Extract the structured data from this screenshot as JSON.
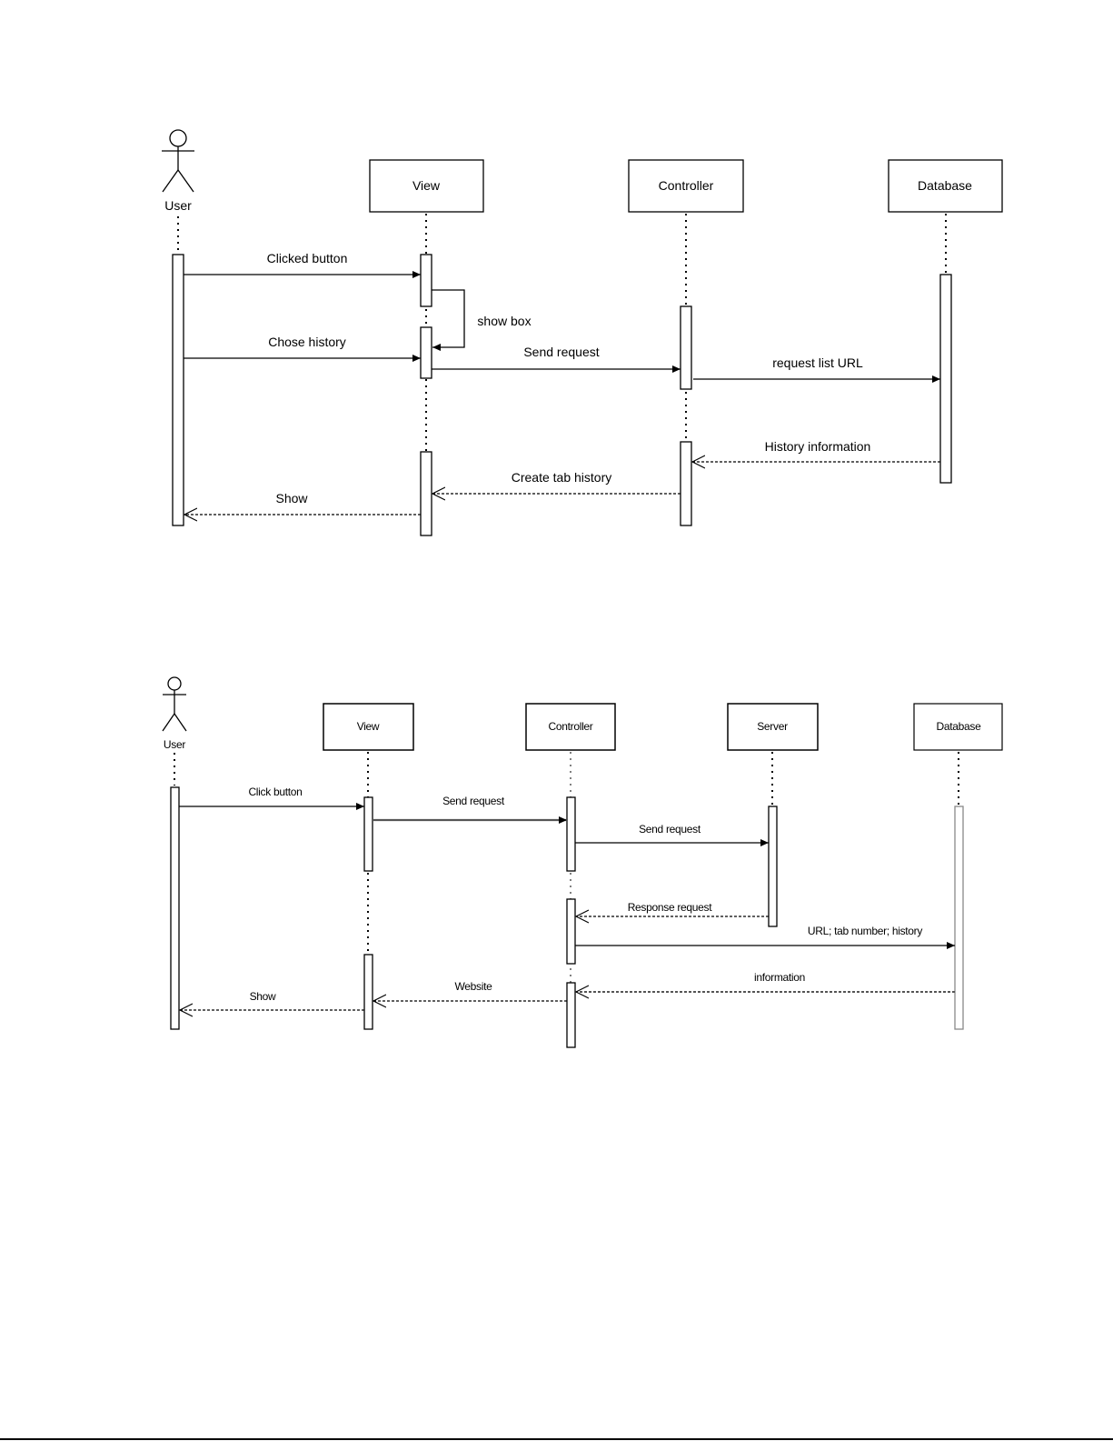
{
  "diagram1": {
    "participants": {
      "user": "User",
      "view": "View",
      "controller": "Controller",
      "database": "Database"
    },
    "messages": {
      "clicked_button": "Clicked button",
      "show_box": "show box",
      "chose_history": "Chose history",
      "send_request": "Send request",
      "request_list_url": "request list URL",
      "history_information": "History information",
      "create_tab_history": "Create tab history",
      "show": "Show"
    }
  },
  "diagram2": {
    "participants": {
      "user": "User",
      "view": "View",
      "controller": "Controller",
      "server": "Server",
      "database": "Database"
    },
    "messages": {
      "click_button": "Click button",
      "send_request_view": "Send request",
      "send_request_controller": "Send request",
      "response_request": "Response request",
      "url_tab_history": "URL; tab number; history",
      "information": "information",
      "website": "Website",
      "show": "Show"
    }
  }
}
